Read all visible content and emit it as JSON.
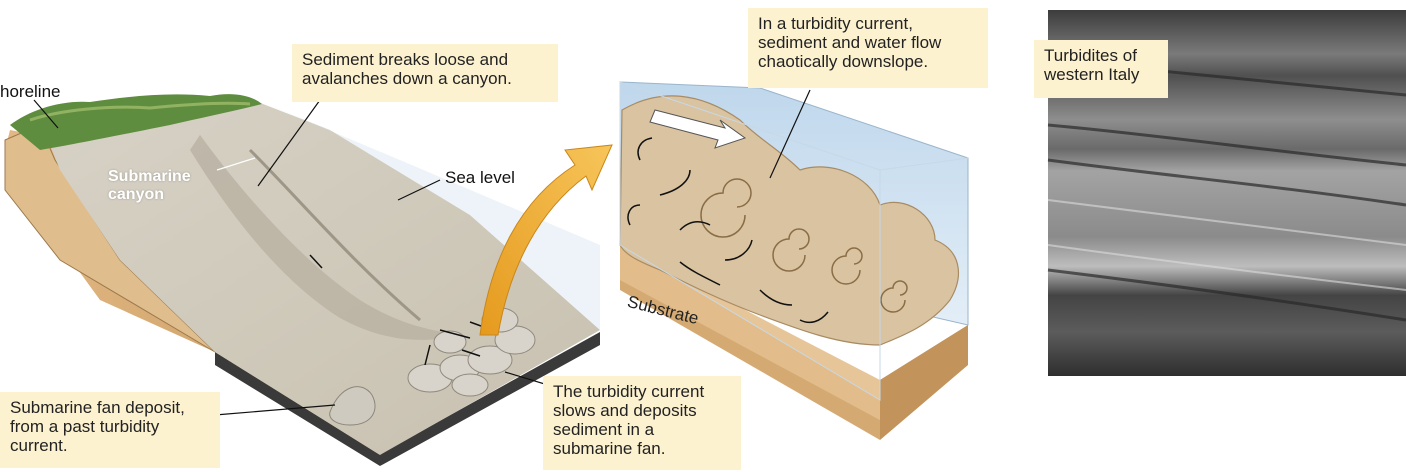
{
  "labels": {
    "shoreline": "horeline",
    "submarine_canyon": "Submarine\ncanyon",
    "sea_level": "Sea level",
    "substrate": "Substrate"
  },
  "callouts": {
    "sediment_breaks": "Sediment breaks loose and\navalanches down a canyon.",
    "turbidity_flow": "In a turbidity current,\nsediment and water flow\nchaotically downslope.",
    "turbidites": "Turbidites of\nwestern Italy",
    "fan_deposit": "Submarine fan deposit,\nfrom a past turbidity\ncurrent.",
    "current_slows": "The turbidity current\nslows and deposits\nsediment in a\nsubmarine fan."
  },
  "colors": {
    "callout_bg": "#fdf2d0",
    "callout_border": "#e7c98a",
    "water_blue": "#cfe2f0",
    "sediment": "#d6c2a0",
    "land_green": "#5d8a3e",
    "substrate": "#d8ae77",
    "arrow_orange": "#f0ad2c"
  }
}
